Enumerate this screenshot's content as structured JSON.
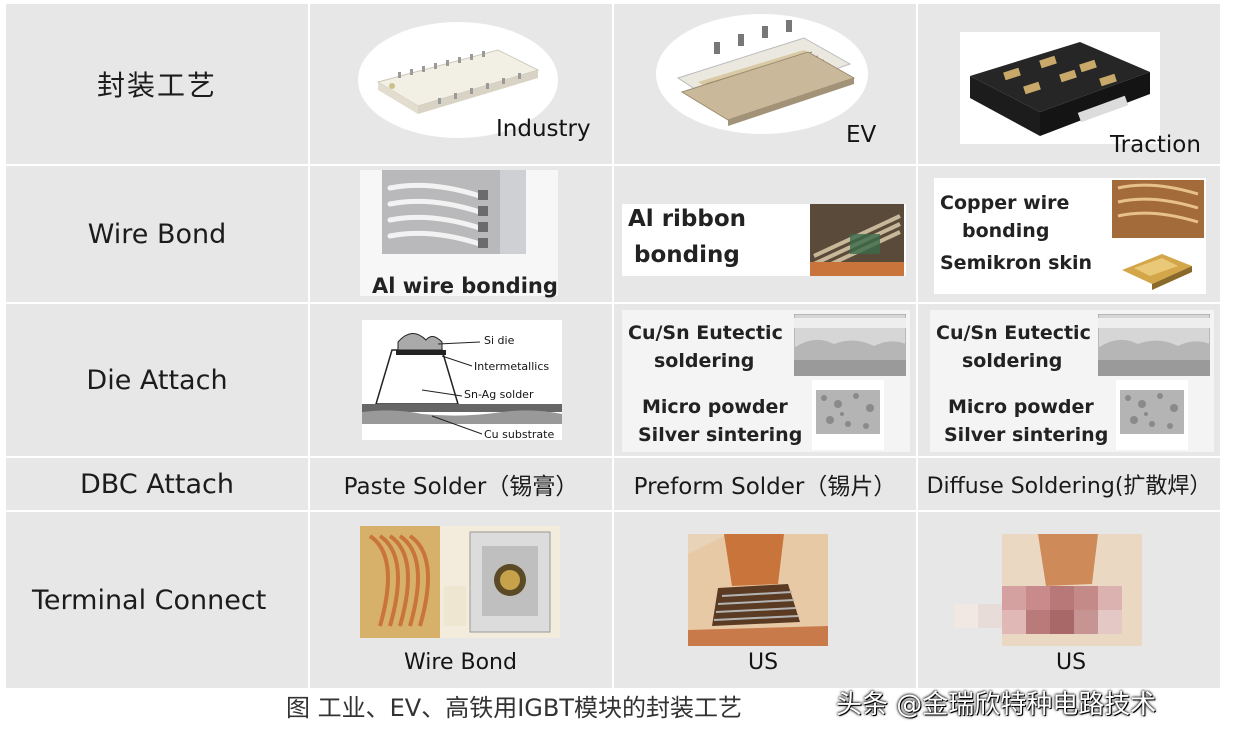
{
  "rows": {
    "packaging": "封装工艺",
    "wire_bond": "Wire Bond",
    "die_attach": "Die Attach",
    "dbc_attach": "DBC Attach",
    "terminal": "Terminal Connect"
  },
  "packaging": {
    "industry": "Industry",
    "ev": "EV",
    "traction": "Traction"
  },
  "wire_bond": {
    "industry": "Al wire bonding",
    "ev_line1": "Al ribbon",
    "ev_line2": "bonding",
    "traction_line1": "Copper wire",
    "traction_line2": "bonding",
    "traction_line3": "Semikron skin"
  },
  "die_attach": {
    "diagram_labels": [
      "Si die",
      "Intermetallics",
      "Sn-Ag solder",
      "Cu substrate"
    ],
    "eutectic_line1": "Cu/Sn Eutectic",
    "eutectic_line2": "soldering",
    "sinter_line1": "Micro powder",
    "sinter_line2": "Silver sintering"
  },
  "dbc_attach": {
    "industry": "Paste Solder（锡膏）",
    "ev": "Preform Solder（锡片）",
    "traction": "Diffuse Soldering(扩散焊）"
  },
  "terminal": {
    "industry": "Wire Bond",
    "ev": "US",
    "traction": "US"
  },
  "caption": "图  工业、EV、高铁用IGBT模块的封装工艺",
  "watermark": "头条 @金瑞欣特种电路技术",
  "colors": {
    "cell_bg": "#e7e7e7",
    "copper": "#c8743a",
    "module_white": "#f3f0e6",
    "module_black": "#1e1e1e"
  }
}
